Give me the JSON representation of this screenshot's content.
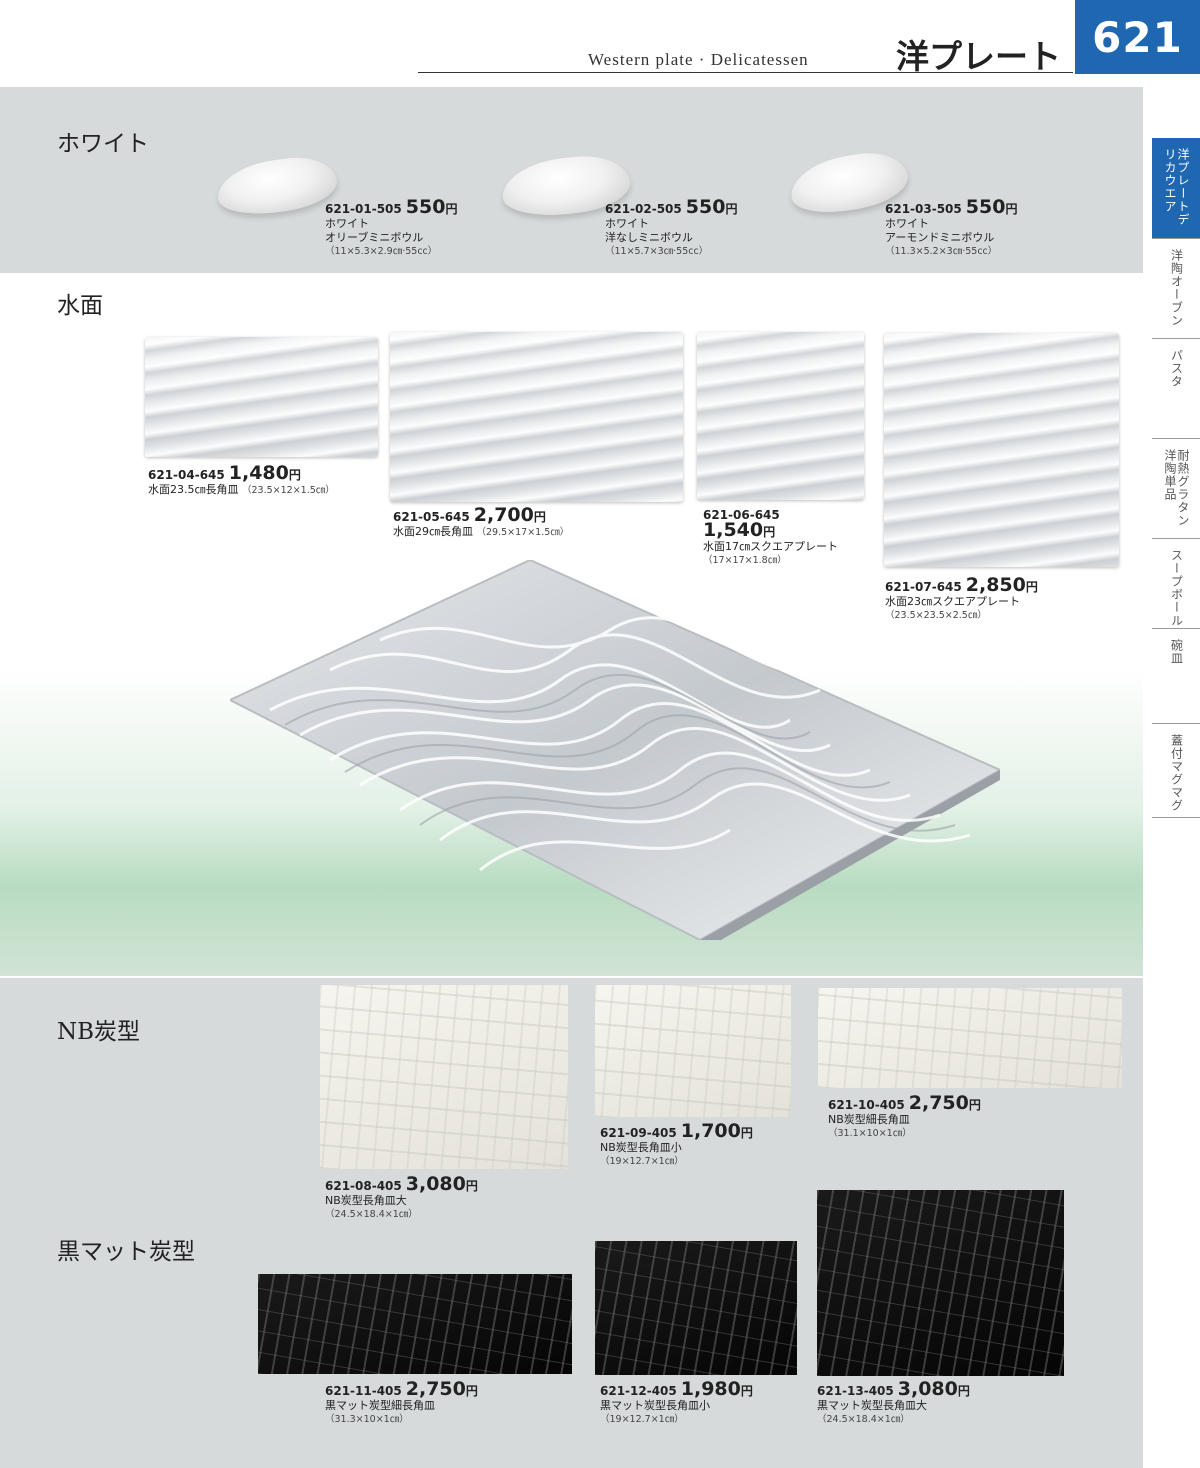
{
  "header": {
    "subtitle_en": "Western plate · Delicatessen",
    "title_jp": "洋プレート",
    "page_number": "621"
  },
  "side_index": [
    {
      "label": "洋プレートデリカウエア",
      "active": true
    },
    {
      "label": "洋陶オーブン",
      "active": false
    },
    {
      "label": "パスタ",
      "active": false
    },
    {
      "label": "耐熱グラタン洋陶単品",
      "active": false
    },
    {
      "label": "スープボール",
      "active": false
    },
    {
      "label": "碗皿",
      "active": false
    },
    {
      "label": "蓋付マグマグ",
      "active": false
    }
  ],
  "sections": {
    "white": "ホワイト",
    "suimen": "水面",
    "nb": "NB炭型",
    "black": "黒マット炭型"
  },
  "products": {
    "p01": {
      "code": "621-01-505",
      "price": "550",
      "yen": "円",
      "line1": "ホワイト",
      "line2": "オリーブミニボウル",
      "size": "（11×5.3×2.9㎝·55cc）"
    },
    "p02": {
      "code": "621-02-505",
      "price": "550",
      "yen": "円",
      "line1": "ホワイト",
      "line2": "洋なしミニボウル",
      "size": "（11×5.7×3㎝·55cc）"
    },
    "p03": {
      "code": "621-03-505",
      "price": "550",
      "yen": "円",
      "line1": "ホワイト",
      "line2": "アーモンドミニボウル",
      "size": "（11.3×5.2×3㎝·55cc）"
    },
    "p04": {
      "code": "621-04-645",
      "price": "1,480",
      "yen": "円",
      "name": "水面23.5㎝長角皿",
      "size": "（23.5×12×1.5㎝）"
    },
    "p05": {
      "code": "621-05-645",
      "price": "2,700",
      "yen": "円",
      "name": "水面29㎝長角皿",
      "size": "（29.5×17×1.5㎝）"
    },
    "p06": {
      "code": "621-06-645",
      "price": "1,540",
      "yen": "円",
      "name": "水面17㎝スクエアプレート",
      "size": "（17×17×1.8㎝）"
    },
    "p07": {
      "code": "621-07-645",
      "price": "2,850",
      "yen": "円",
      "name": "水面23㎝スクエアプレート",
      "size": "（23.5×23.5×2.5㎝）"
    },
    "p08": {
      "code": "621-08-405",
      "price": "3,080",
      "yen": "円",
      "name": "NB炭型長角皿大",
      "size": "（24.5×18.4×1㎝）"
    },
    "p09": {
      "code": "621-09-405",
      "price": "1,700",
      "yen": "円",
      "name": "NB炭型長角皿小",
      "size": "（19×12.7×1㎝）"
    },
    "p10": {
      "code": "621-10-405",
      "price": "2,750",
      "yen": "円",
      "name": "NB炭型細長角皿",
      "size": "（31.1×10×1㎝）"
    },
    "p11": {
      "code": "621-11-405",
      "price": "2,750",
      "yen": "円",
      "name": "黒マット炭型細長角皿",
      "size": "（31.3×10×1㎝）"
    },
    "p12": {
      "code": "621-12-405",
      "price": "1,980",
      "yen": "円",
      "name": "黒マット炭型長角皿小",
      "size": "（19×12.7×1㎝）"
    },
    "p13": {
      "code": "621-13-405",
      "price": "3,080",
      "yen": "円",
      "name": "黒マット炭型長角皿大",
      "size": "（24.5×18.4×1㎝）"
    }
  },
  "colors": {
    "accent_blue": "#1f67b1",
    "band_gray": "#d6dadb"
  }
}
